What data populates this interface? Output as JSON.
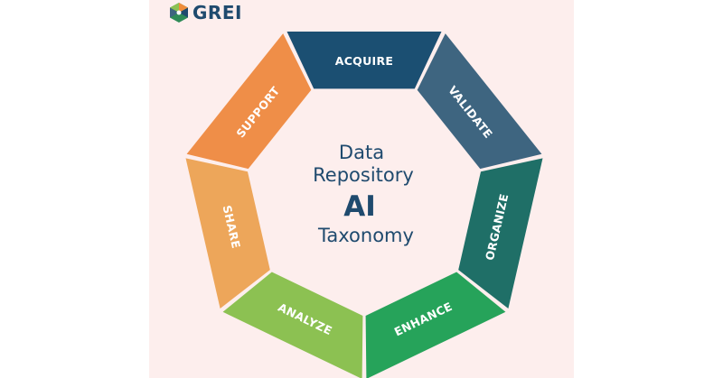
{
  "brand": {
    "name": "GREI",
    "logo_icon": "grei-hexagon-icon"
  },
  "center": {
    "line1": "Data",
    "line2": "Repository",
    "line3": "AI",
    "line4": "Taxonomy"
  },
  "segments": [
    {
      "label": "ACQUIRE",
      "color": "#1b4f72"
    },
    {
      "label": "VALIDATE",
      "color": "#3e6580"
    },
    {
      "label": "ORGANIZE",
      "color": "#1f6f67"
    },
    {
      "label": "ENHANCE",
      "color": "#26a35a"
    },
    {
      "label": "ANALYZE",
      "color": "#8cc152"
    },
    {
      "label": "SHARE",
      "color": "#eda65a"
    },
    {
      "label": "SUPPORT",
      "color": "#ef8e48"
    }
  ],
  "colors": {
    "panel_background": "#fdeeed",
    "center_text": "#1f4a6e"
  }
}
